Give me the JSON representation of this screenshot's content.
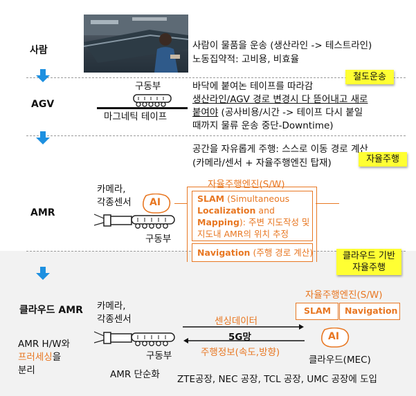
{
  "rows": {
    "person": {
      "label": "사람",
      "desc_line1": "사람이 물품을 운송 (생산라인 -> 테스트라인)",
      "desc_line2": "노동집약적: 고비용, 비효율"
    },
    "agv": {
      "label": "AGV",
      "drive_label": "구동부",
      "tape_label": "마그네틱 테이프",
      "desc_line1": "바닥에 붙여논 테이프를 따라감",
      "desc_line2": "생산라인/AGV 경로 변경시 다 뜯어내고 새로",
      "desc_line3a": "붙여야",
      "desc_line3b": " (공사비용/시간 -> 테이프 다시 붙일",
      "desc_line4": "때까지 물류 운송 중단-Downtime)",
      "sticky": "철도운송"
    },
    "amr": {
      "label": "AMR",
      "desc_line1": "공간을 자유롭게 주행: 스스로 이동 경로 계산",
      "desc_line2": "(카메라/센서 + 자율주행엔진 탑재)",
      "sticky": "자율주행",
      "camera_line1": "카메라,",
      "camera_line2": "각종센서",
      "ai": "AI",
      "drive_label": "구동부",
      "engine_title": "자율주행엔진(S/W)",
      "slam_title_a": "SLAM",
      "slam_title_b": " (Simultaneous",
      "slam_line2": "Localization",
      "slam_line2b": " and",
      "slam_line3a": "Mapping",
      "slam_line3b": "): 주변 지도작성 및",
      "slam_line4": "지도내 AMR의 위치 추정",
      "nav_a": "Navigation",
      "nav_b": " (주행 경로 계산)"
    },
    "cloud": {
      "label": "클라우드 AMR",
      "sticky_line1": "클라우드 기반",
      "sticky_line2": "자율주행",
      "engine_title": "자율주행엔진(S/W)",
      "slam": "SLAM",
      "navigation": "Navigation",
      "camera_line1": "카메라,",
      "camera_line2": "각종센서",
      "drive_label": "구동부",
      "sensor_data": "센싱데이터",
      "network": "5G망",
      "drive_info": "주행정보(속도,방향)",
      "ai": "AI",
      "cloud_label": "클라우드(MEC)",
      "left_line1": "AMR H/W와",
      "left_line2a": "프러세싱",
      "left_line2b": "을",
      "left_line3": "분리",
      "simplify": "AMR 단순화",
      "adoption": "ZTE공장, NEC 공장, TCL 공장, UMC 공장에 도입"
    }
  },
  "colors": {
    "accent": "#e87722",
    "arrow_blue": "#1e90e0",
    "sticky": "#ffff33"
  }
}
